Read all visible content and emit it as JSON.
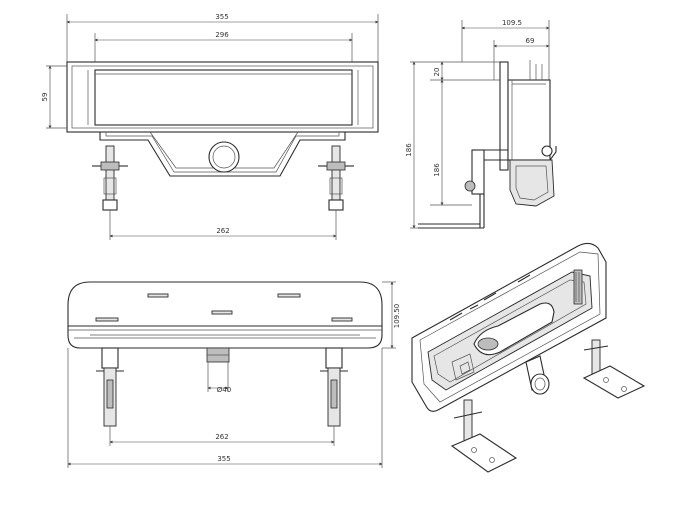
{
  "front_view": {
    "overall_width": "355",
    "inner_width": "296",
    "body_height": "59",
    "leg_spacing": "262"
  },
  "side_view": {
    "depth": "109.5",
    "inner_depth": "69",
    "top_height": "20",
    "height": "186",
    "drain_height": "186"
  },
  "top_view": {
    "overall_width": "355",
    "leg_spacing": "262",
    "depth": "109.50",
    "outlet_diameter": "Ø40"
  },
  "colors": {
    "line": "#2b2b2b",
    "fill_light": "#e6e6e6",
    "fill_dark": "#bdbdbd"
  }
}
